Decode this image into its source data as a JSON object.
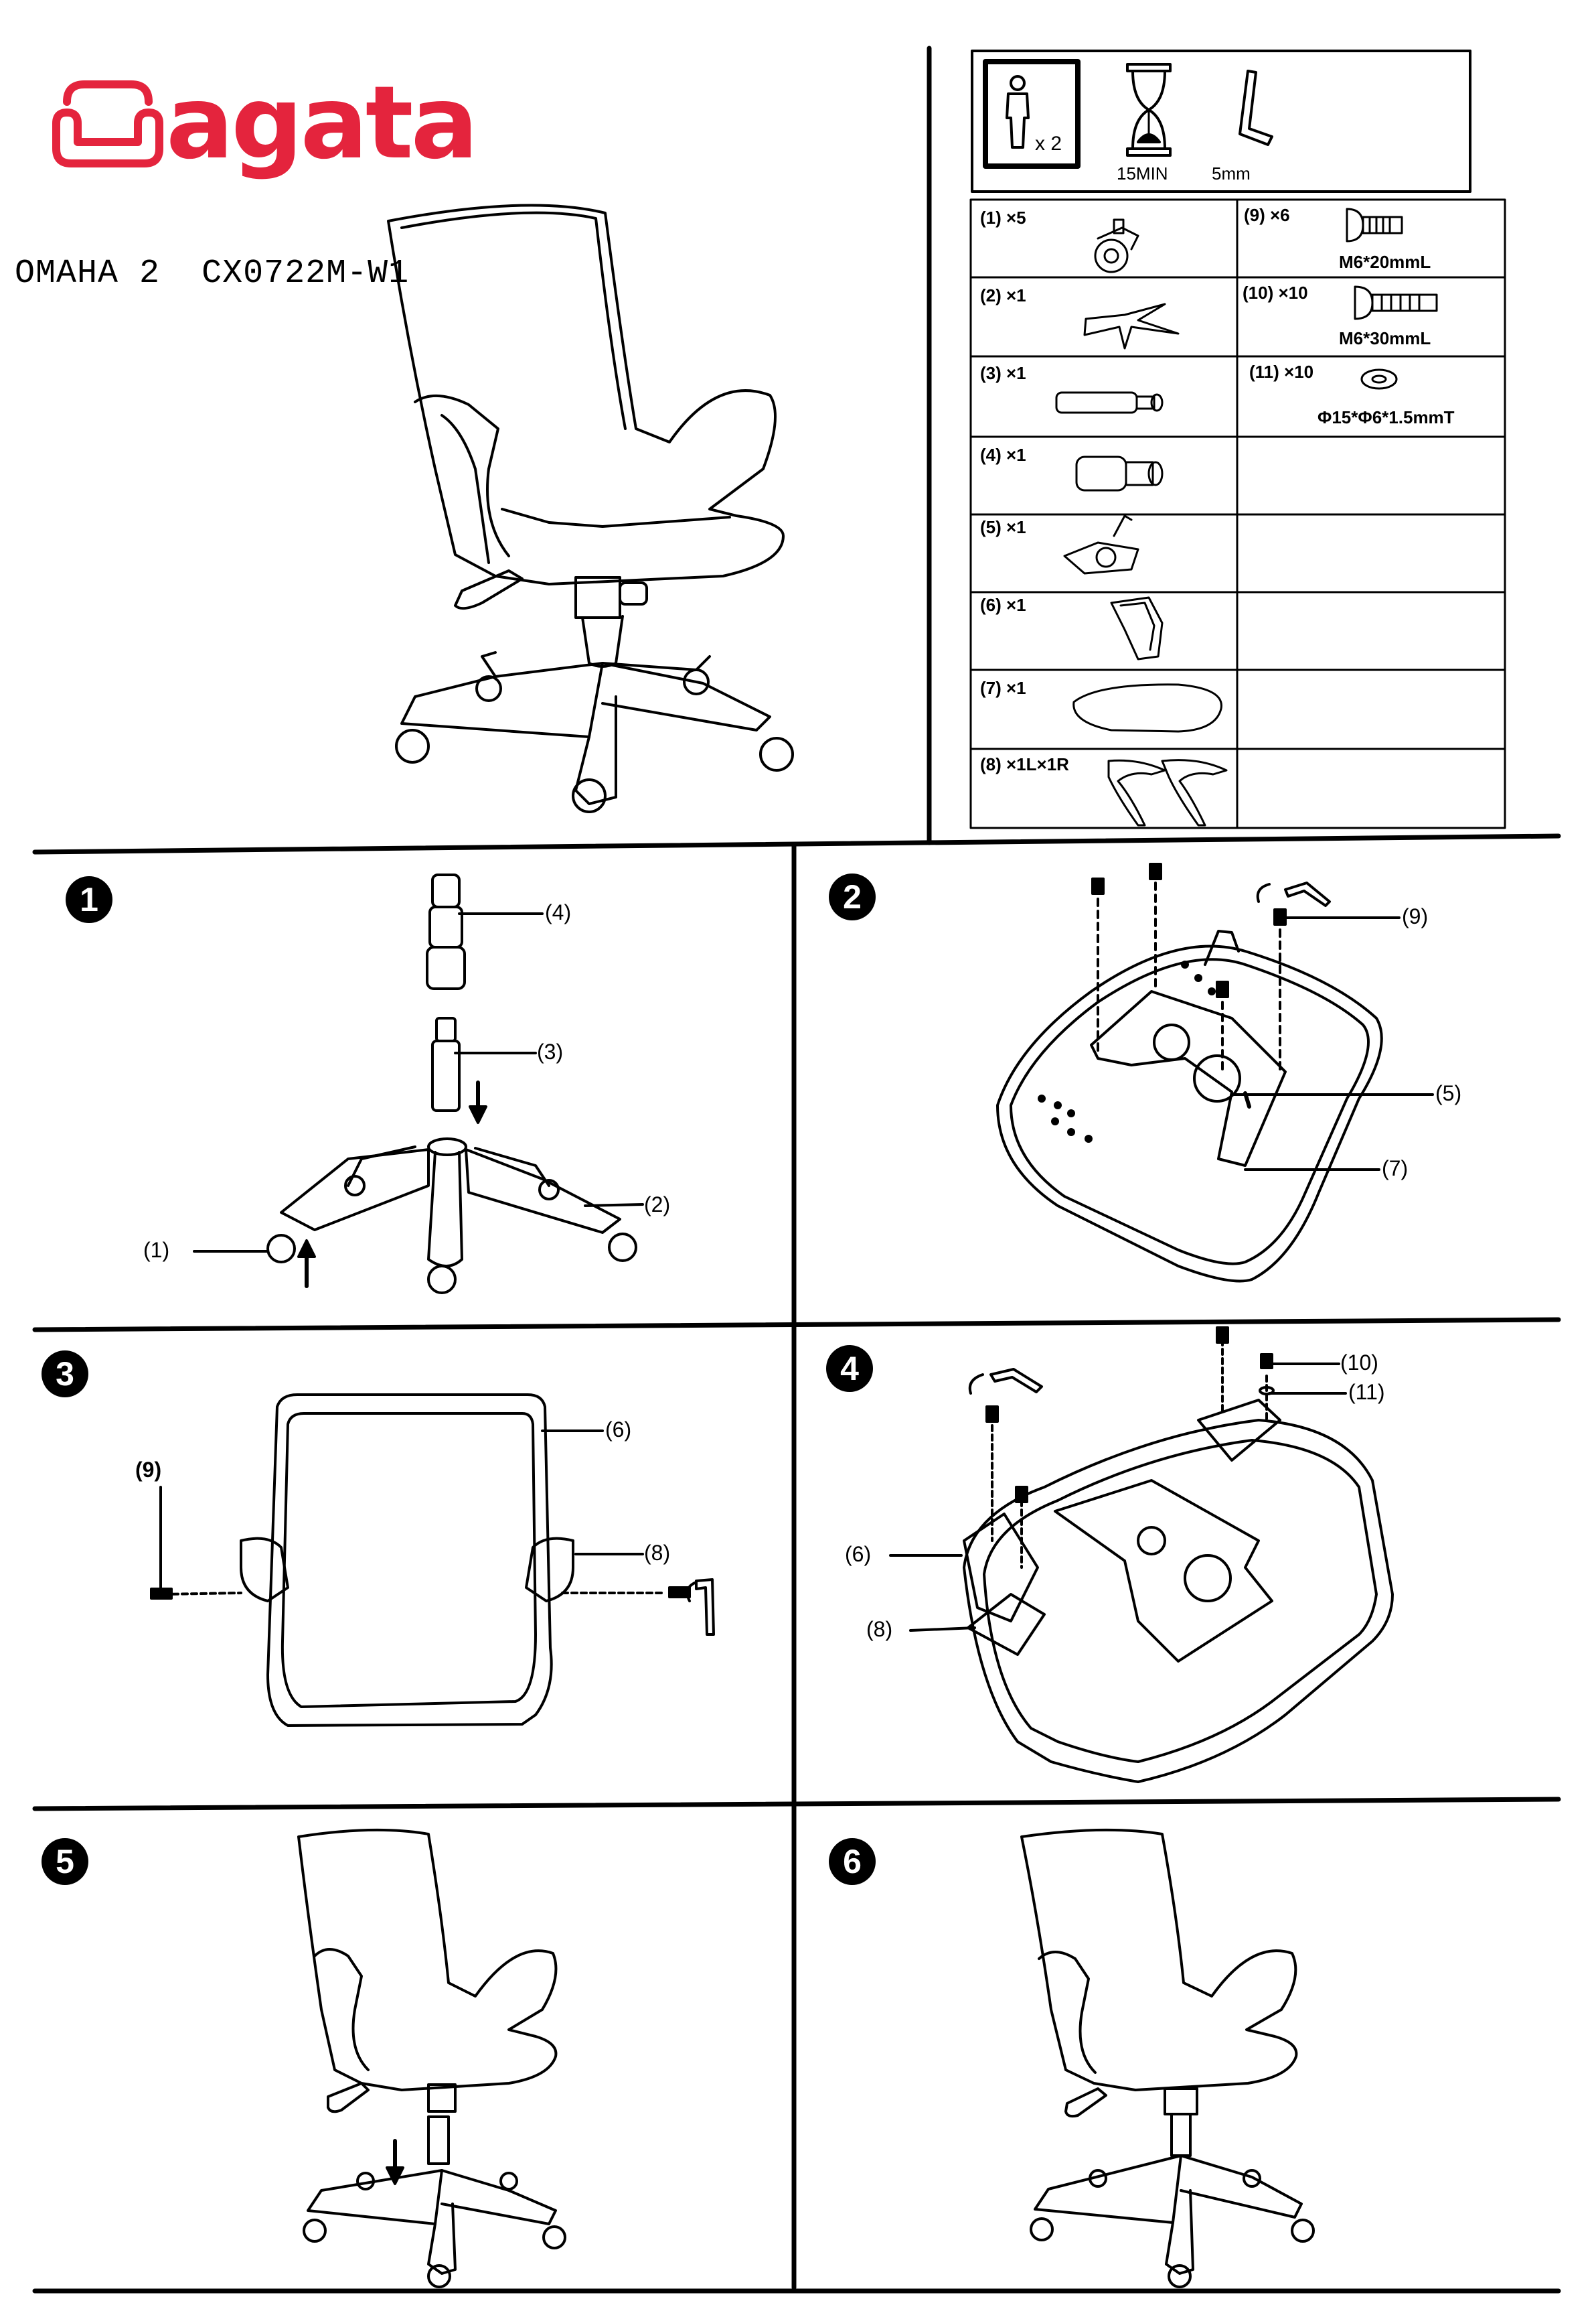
{
  "brand": {
    "name": "agata",
    "color": "#e4243d"
  },
  "model": {
    "name": "OMAHA 2",
    "code": "CX0722M-W1"
  },
  "tools": {
    "persons": "x 2",
    "time": "15MIN",
    "wrench": "5mm"
  },
  "parts": [
    {
      "id": "(1) ×5"
    },
    {
      "id": "(2) ×1"
    },
    {
      "id": "(3) ×1"
    },
    {
      "id": "(4) ×1"
    },
    {
      "id": "(5) ×1"
    },
    {
      "id": "(6) ×1"
    },
    {
      "id": "(7) ×1"
    },
    {
      "id": "(8) ×1L×1R"
    },
    {
      "id": "(9) ×6",
      "spec": "M6*20mmL"
    },
    {
      "id": "(10) ×10",
      "spec": "M6*30mmL"
    },
    {
      "id": "(11) ×10",
      "spec": "Φ15*Φ6*1.5mmT"
    }
  ],
  "steps": [
    {
      "badge": "1",
      "labels": [
        "(4)",
        "(3)",
        "(2)",
        "(1)"
      ]
    },
    {
      "badge": "2",
      "labels": [
        "(9)",
        "(5)",
        "(7)"
      ]
    },
    {
      "badge": "3",
      "labels": [
        "(6)",
        "(9)",
        "(8)"
      ]
    },
    {
      "badge": "4",
      "labels": [
        "(10)",
        "(11)",
        "(6)",
        "(8)"
      ]
    },
    {
      "badge": "5"
    },
    {
      "badge": "6"
    }
  ]
}
